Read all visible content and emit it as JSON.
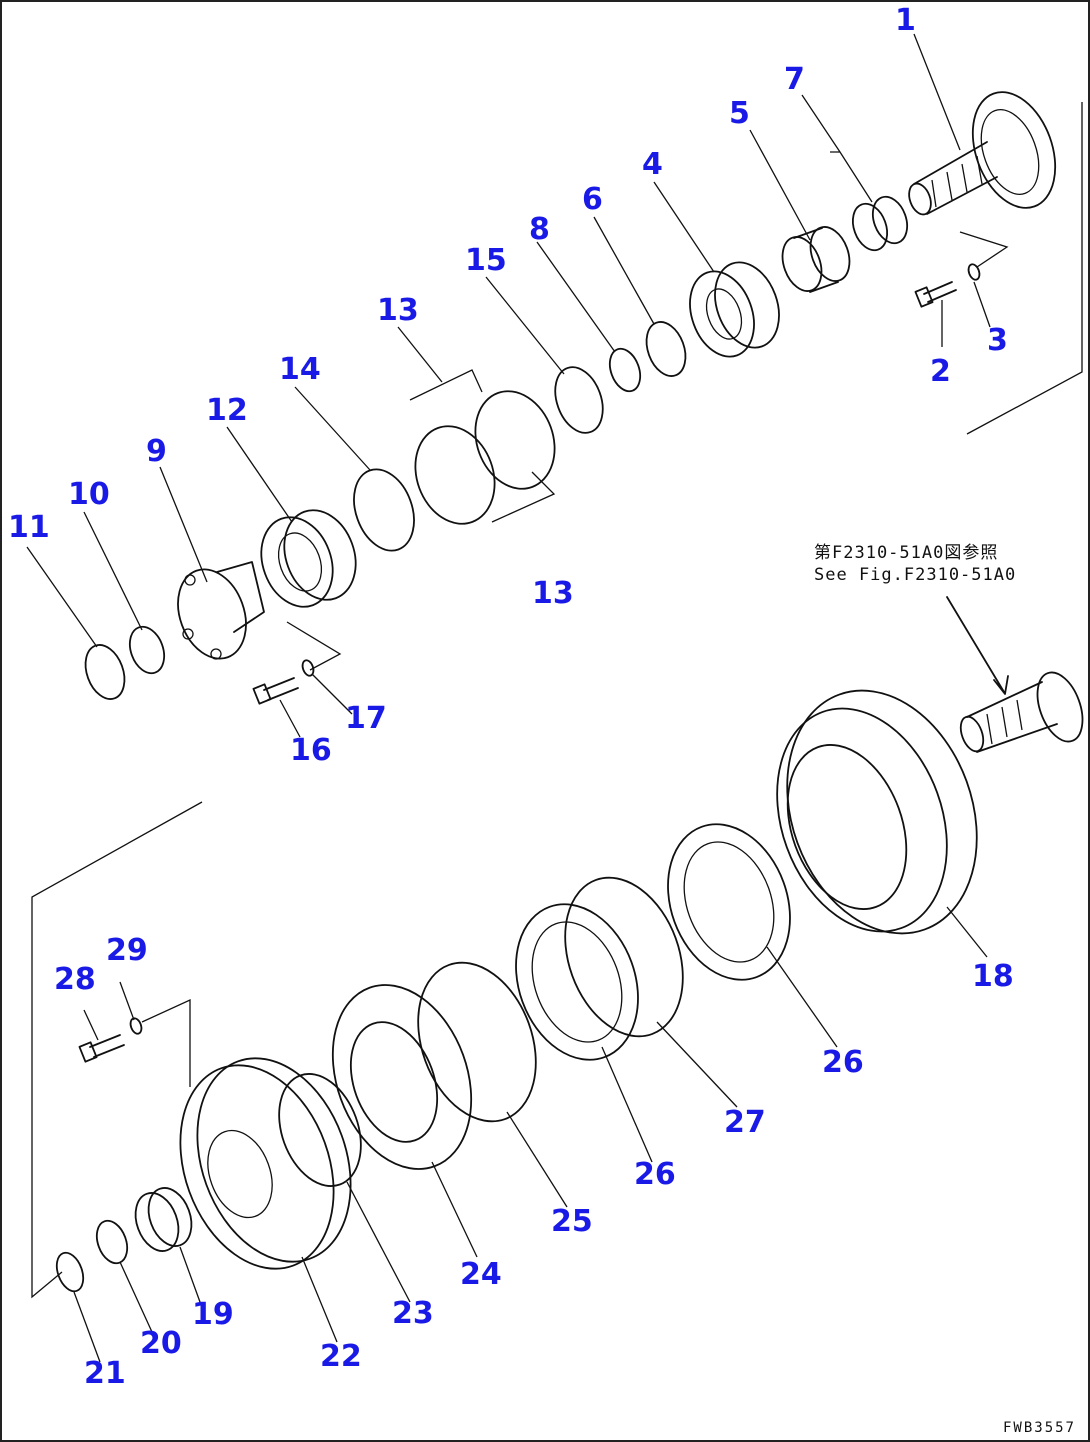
{
  "diagram": {
    "reference_note": {
      "line1": "第F2310-51A0図参照",
      "line2": "See Fig.F2310-51A0"
    },
    "drawing_code": "FWB3557",
    "label_color": "#1a1ae6",
    "parts": [
      {
        "id": "p1",
        "label": "1"
      },
      {
        "id": "p2",
        "label": "2"
      },
      {
        "id": "p3",
        "label": "3"
      },
      {
        "id": "p4",
        "label": "4"
      },
      {
        "id": "p5",
        "label": "5"
      },
      {
        "id": "p6",
        "label": "6"
      },
      {
        "id": "p7",
        "label": "7"
      },
      {
        "id": "p8",
        "label": "8"
      },
      {
        "id": "p9",
        "label": "9"
      },
      {
        "id": "p10",
        "label": "10"
      },
      {
        "id": "p11",
        "label": "11"
      },
      {
        "id": "p12",
        "label": "12"
      },
      {
        "id": "p13a",
        "label": "13"
      },
      {
        "id": "p13b",
        "label": "13"
      },
      {
        "id": "p14",
        "label": "14"
      },
      {
        "id": "p15",
        "label": "15"
      },
      {
        "id": "p16",
        "label": "16"
      },
      {
        "id": "p17",
        "label": "17"
      },
      {
        "id": "p18",
        "label": "18"
      },
      {
        "id": "p19",
        "label": "19"
      },
      {
        "id": "p20",
        "label": "20"
      },
      {
        "id": "p21",
        "label": "21"
      },
      {
        "id": "p22",
        "label": "22"
      },
      {
        "id": "p23",
        "label": "23"
      },
      {
        "id": "p24",
        "label": "24"
      },
      {
        "id": "p25",
        "label": "25"
      },
      {
        "id": "p26a",
        "label": "26"
      },
      {
        "id": "p26b",
        "label": "26"
      },
      {
        "id": "p27",
        "label": "27"
      },
      {
        "id": "p28",
        "label": "28"
      },
      {
        "id": "p29",
        "label": "29"
      }
    ]
  }
}
